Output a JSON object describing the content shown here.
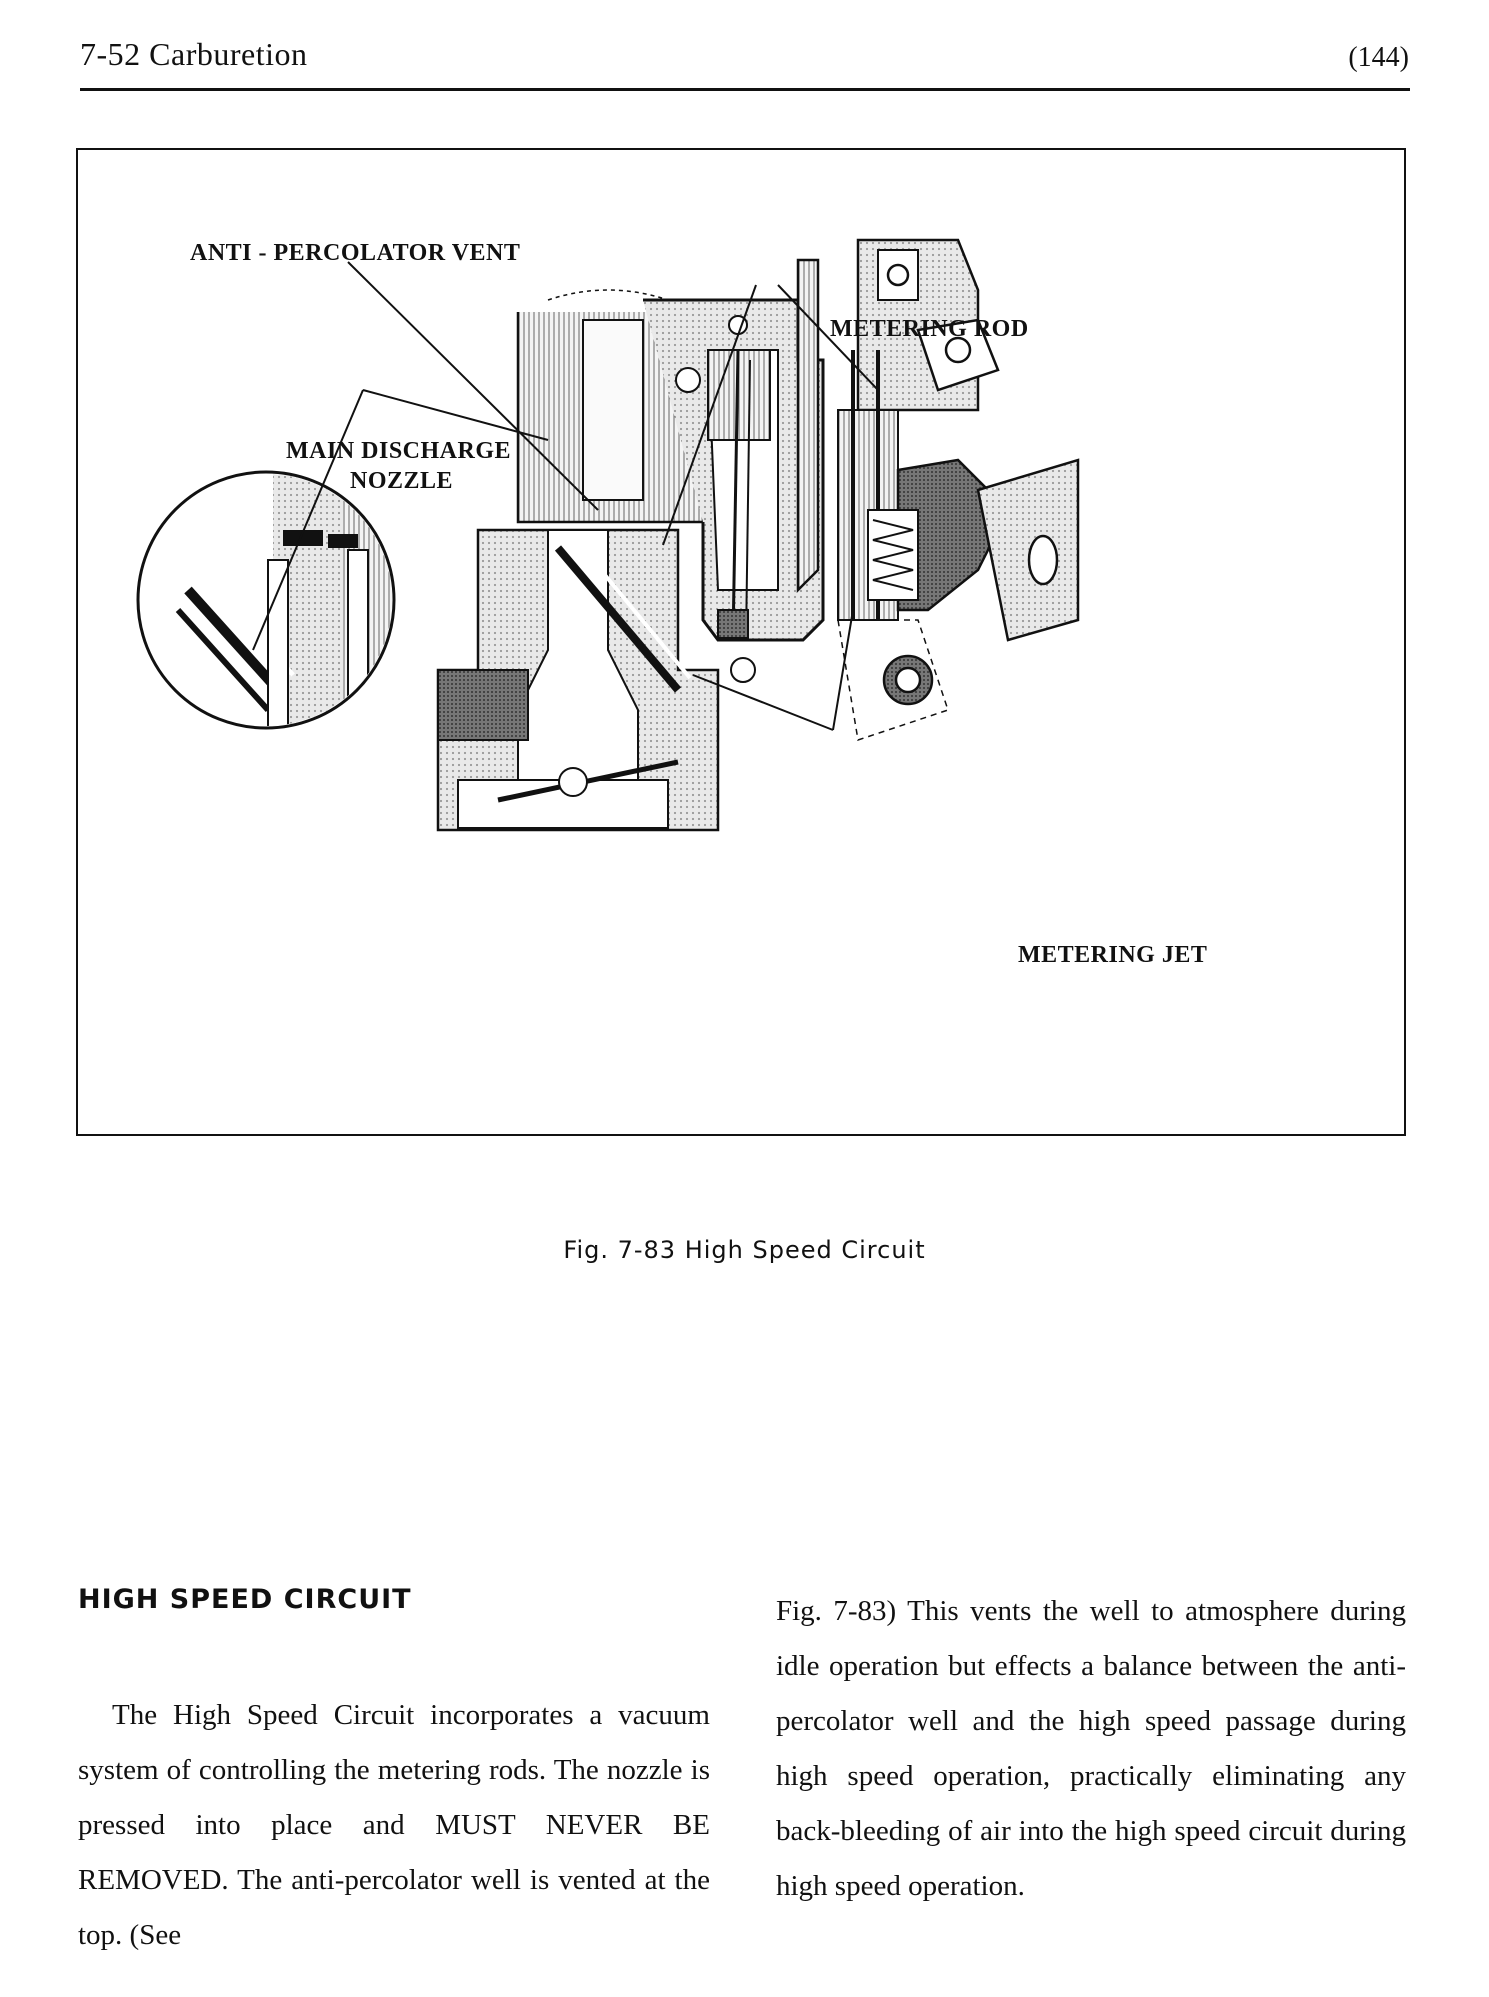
{
  "header": {
    "section": "7-52  Carburetion",
    "page_number": "(144)"
  },
  "figure": {
    "labels": {
      "anti_percolator_vent": "ANTI - PERCOLATOR VENT",
      "main_discharge_nozzle_line1": "MAIN DISCHARGE",
      "main_discharge_nozzle_line2": "NOZZLE",
      "metering_rod": "METERING ROD",
      "metering_jet": "METERING JET"
    },
    "caption": "Fig. 7-83   High Speed Circuit"
  },
  "section": {
    "heading": "HIGH SPEED CIRCUIT",
    "left_column": "The High Speed Circuit incorporates a vacuum system of controlling the metering rods. The nozzle is pressed into place and MUST NEVER BE REMOVED. The anti-percolator well is vented at the top. (See",
    "right_column": "Fig. 7-83) This vents the well to atmosphere during idle operation but effects a balance between the anti-percolator well and the high speed passage during high speed operation, practically eliminating any back-bleeding of air into the high speed circuit during high speed operation."
  }
}
